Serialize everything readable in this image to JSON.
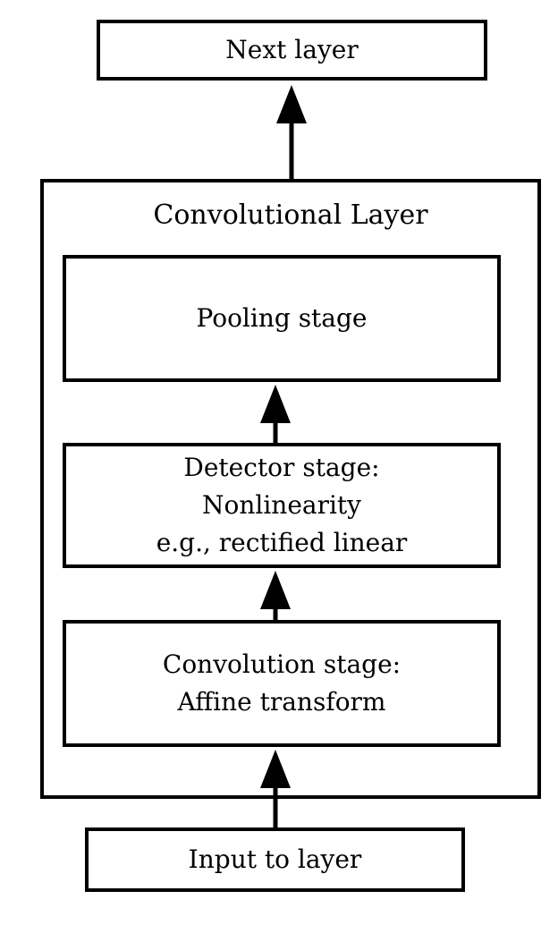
{
  "diagram": {
    "background_color": "#ffffff",
    "stroke_color": "#000000",
    "next_layer": {
      "label": "Next layer"
    },
    "convolutional_layer": {
      "title": "Convolutional Layer"
    },
    "pooling_stage": {
      "label": "Pooling stage"
    },
    "detector_stage": {
      "line1": "Detector stage:",
      "line2": "Nonlinearity",
      "line3": "e.g., rectified linear"
    },
    "convolution_stage": {
      "line1": "Convolution stage:",
      "line2": "Affine transform"
    },
    "input": {
      "label": "Input to layer"
    }
  }
}
